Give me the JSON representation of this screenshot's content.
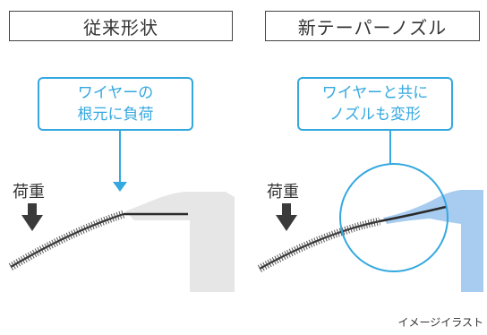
{
  "left": {
    "title": "従来形状",
    "callout": [
      "ワイヤーの",
      "根元に負荷"
    ],
    "load_label": "荷重"
  },
  "right": {
    "title": "新テーパーノズル",
    "callout": [
      "ワイヤーと共に",
      "ノズルも変形"
    ],
    "load_label": "荷重"
  },
  "caption": "イメージイラスト",
  "colors": {
    "accent": "#35a8e0",
    "nozzle_gray": "#e6e6e6",
    "nozzle_blue": "#a8ccf0",
    "arrow_dark": "#3a3a3a"
  }
}
